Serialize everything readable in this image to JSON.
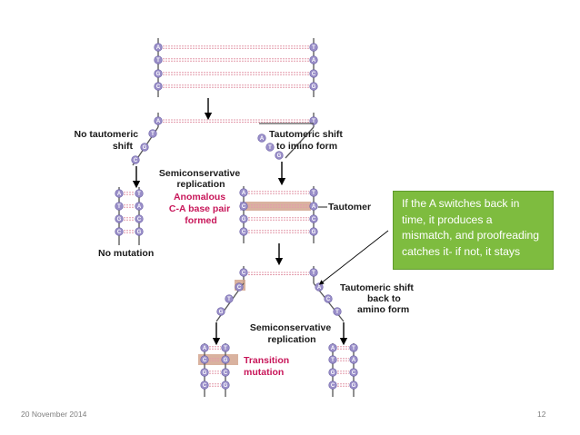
{
  "diagram": {
    "labels": {
      "no_tautomeric_shift": [
        "No tautomeric",
        "shift"
      ],
      "tautomeric_shift_imino": [
        "Tautomeric shift",
        "to imino form"
      ],
      "semiconservative_1": [
        "Semiconservative",
        "replication"
      ],
      "anomalous": [
        "Anomalous",
        "C-A base pair",
        "formed"
      ],
      "tautomer": "Tautomer",
      "no_mutation": "No mutation",
      "tautomeric_shift_amino": [
        "Tautomeric shift",
        "back to",
        "amino form"
      ],
      "semiconservative_2": [
        "Semiconservative",
        "replication"
      ],
      "transition_mutation": [
        "Transition",
        "mutation"
      ]
    },
    "colors": {
      "base_fill": "#9a8fc9",
      "base_stroke": "#6a5fa5",
      "bond_line": "#e39bab",
      "highlight": "#d2a48e",
      "backbone": "#555555",
      "red_label": "#c8175a"
    }
  },
  "callout": {
    "lines": [
      "If the A switches back in",
      "time, it produces a",
      "mismatch, and proofreading",
      "catches it- if not, it stays"
    ],
    "background": "#7ebc3f"
  },
  "footer": {
    "date": "20 November 2014",
    "page": "12"
  }
}
